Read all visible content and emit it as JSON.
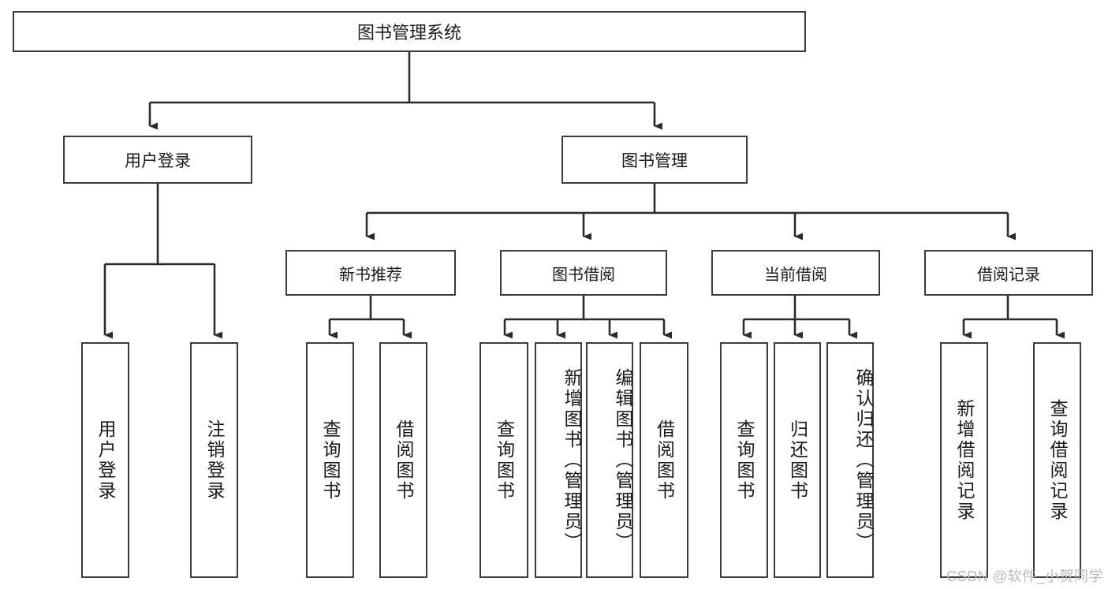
{
  "diagram": {
    "title": "图书管理系统",
    "root": {
      "id": "root",
      "label": "图书管理系统"
    },
    "level1": [
      {
        "id": "user-login",
        "label": "用户登录"
      },
      {
        "id": "book-management",
        "label": "图书管理"
      }
    ],
    "level2": [
      {
        "id": "new-book-recommend",
        "label": "新书推荐",
        "parent": "book-management"
      },
      {
        "id": "book-borrow",
        "label": "图书借阅",
        "parent": "book-management"
      },
      {
        "id": "current-borrow",
        "label": "当前借阅",
        "parent": "book-management"
      },
      {
        "id": "borrow-record",
        "label": "借阅记录",
        "parent": "book-management"
      }
    ],
    "leaves": [
      {
        "id": "leaf-user-login",
        "label": "用户登录",
        "parent": "user-login"
      },
      {
        "id": "leaf-logout-login",
        "label": "注销登录",
        "parent": "user-login"
      },
      {
        "id": "leaf-query-book-1",
        "label": "查询图书",
        "parent": "new-book-recommend"
      },
      {
        "id": "leaf-borrow-book-1",
        "label": "借阅图书",
        "parent": "new-book-recommend"
      },
      {
        "id": "leaf-query-book-2",
        "label": "查询图书",
        "parent": "book-borrow"
      },
      {
        "id": "leaf-add-book",
        "label": "新增图书（管理员）",
        "parent": "book-borrow"
      },
      {
        "id": "leaf-edit-book",
        "label": "编辑图书（管理员）",
        "parent": "book-borrow"
      },
      {
        "id": "leaf-borrow-book-2",
        "label": "借阅图书",
        "parent": "book-borrow"
      },
      {
        "id": "leaf-query-book-3",
        "label": "查询图书",
        "parent": "current-borrow"
      },
      {
        "id": "leaf-return-book",
        "label": "归还图书",
        "parent": "current-borrow"
      },
      {
        "id": "leaf-confirm-return",
        "label": "确认归还（管理员）",
        "parent": "current-borrow"
      },
      {
        "id": "leaf-add-record",
        "label": "新增借阅记录",
        "parent": "borrow-record"
      },
      {
        "id": "leaf-query-record",
        "label": "查询借阅记录",
        "parent": "borrow-record"
      }
    ],
    "watermark": "CSDN @软件_小贺同学",
    "colors": {
      "border": "#3c3c3c",
      "background": "#ffffff",
      "text": "#1a1a1a",
      "edge": "#2b2b2b",
      "watermark": "#b9b9b9"
    }
  }
}
